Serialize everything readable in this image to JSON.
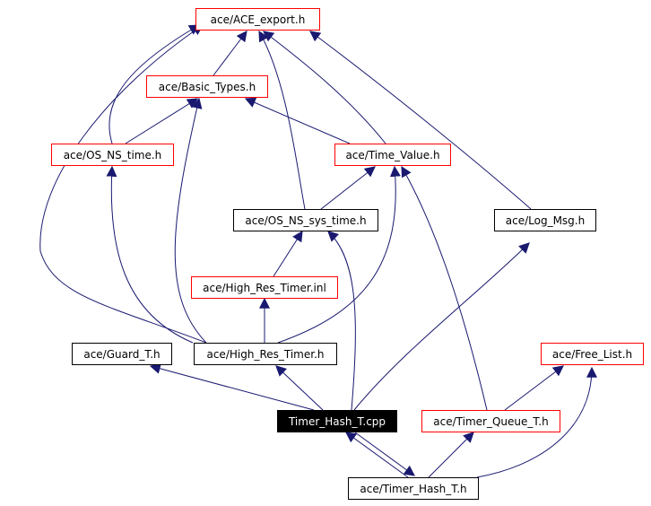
{
  "diagram": {
    "nodes": {
      "ace_export": "ace/ACE_export.h",
      "basic_types": "ace/Basic_Types.h",
      "os_ns_time": "ace/OS_NS_time.h",
      "time_value": "ace/Time_Value.h",
      "os_ns_sys_time": "ace/OS_NS_sys_time.h",
      "log_msg": "ace/Log_Msg.h",
      "high_res_timer_inl": "ace/High_Res_Timer.inl",
      "guard_t": "ace/Guard_T.h",
      "high_res_timer_h": "ace/High_Res_Timer.h",
      "free_list": "ace/Free_List.h",
      "timer_hash_cpp": "Timer_Hash_T.cpp",
      "timer_queue_t": "ace/Timer_Queue_T.h",
      "timer_hash_h": "ace/Timer_Hash_T.h"
    },
    "colors": {
      "linked_border": "#ff0000",
      "plain_border": "#000000",
      "selected_fill": "#000000",
      "selected_text": "#ffffff",
      "edge": "#191970"
    }
  }
}
